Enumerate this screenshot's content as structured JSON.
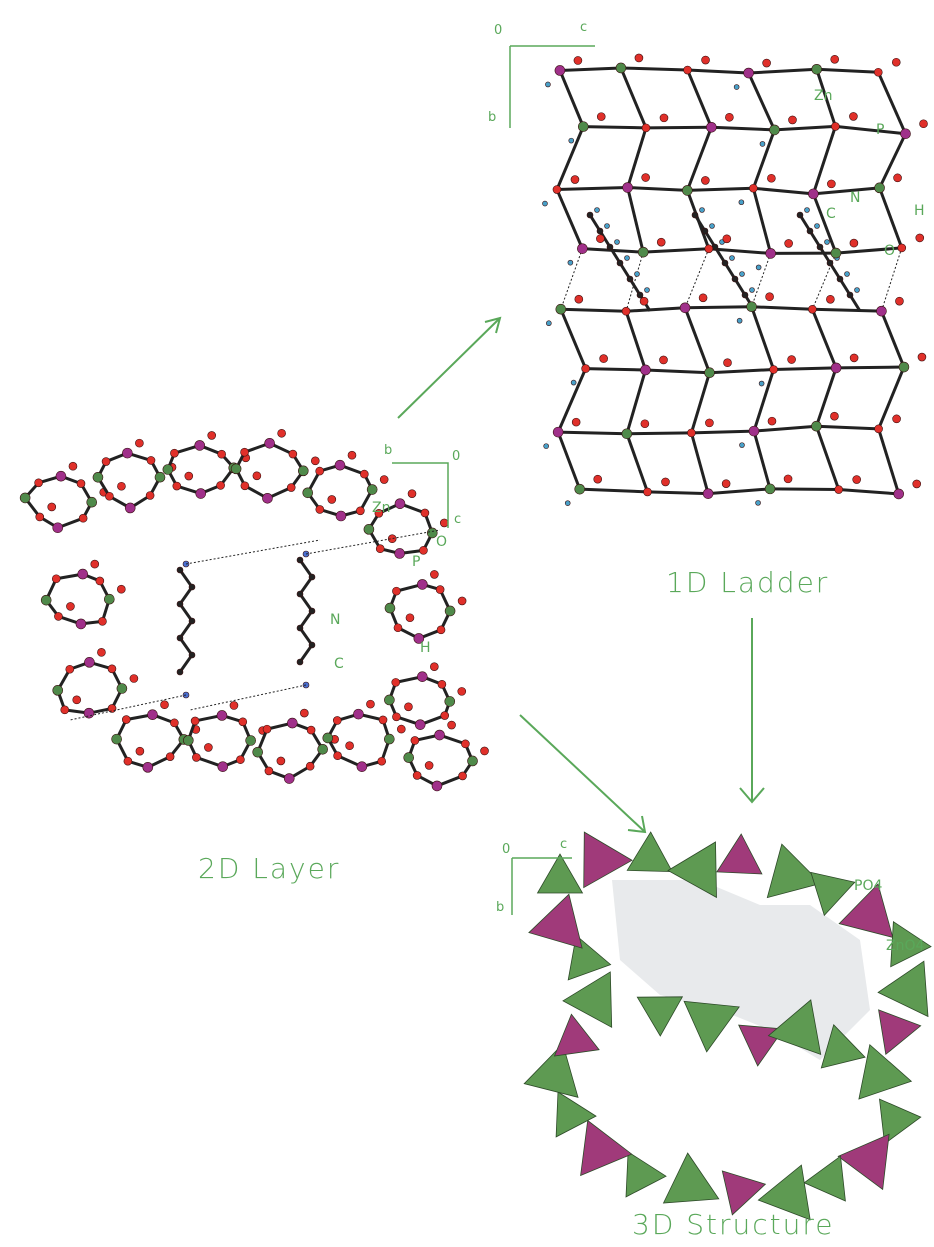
{
  "panels": {
    "layer_2d": {
      "title": "2D Layer",
      "axes": [
        "b",
        "0",
        "c"
      ],
      "atoms": [
        "Zn",
        "O",
        "P",
        "N",
        "C",
        "H"
      ]
    },
    "ladder_1d": {
      "title": "1D Ladder",
      "axes": [
        "0",
        "c",
        "b"
      ],
      "atoms": [
        "Zn",
        "P",
        "N",
        "C",
        "H",
        "O"
      ]
    },
    "structure_3d": {
      "title": "3D Structure",
      "axes": [
        "0",
        "c",
        "b"
      ],
      "units": [
        "PO4",
        "ZnO4"
      ]
    }
  },
  "colors": {
    "label": "#5aa85a",
    "oxygen": "#e0302a",
    "zinc": "#4f8a4a",
    "phosphorus": "#a0308a",
    "nitrogen": "#4a6fd0",
    "hydrogen": "#48a0c8",
    "bond": "#222222",
    "zno4": "#5e9a52",
    "po4": "#a03a7a",
    "void": "#e8eaec"
  }
}
